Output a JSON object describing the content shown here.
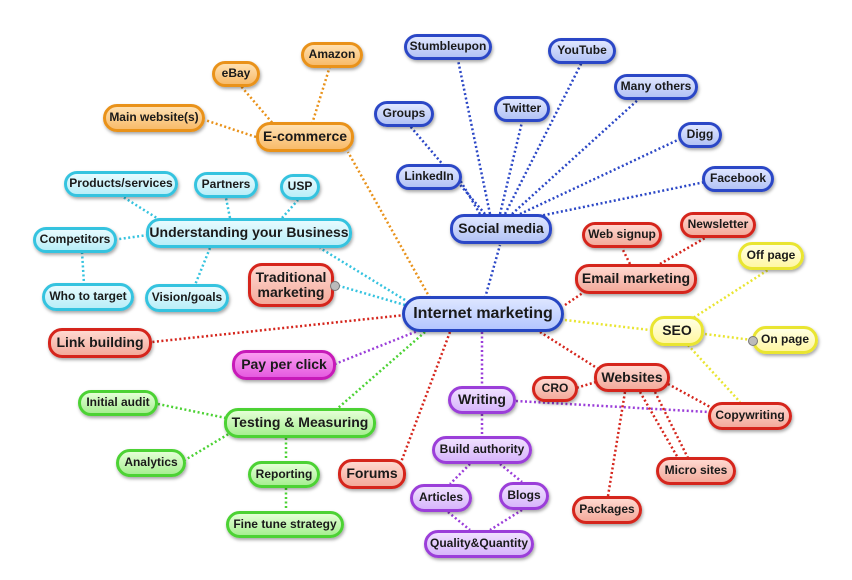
{
  "center": "Internet marketing",
  "ecommerce": {
    "label": "E-commerce",
    "amazon": "Amazon",
    "ebay": "eBay",
    "main_website": "Main website(s)"
  },
  "social": {
    "label": "Social media",
    "stumbleupon": "Stumbleupon",
    "youtube": "YouTube",
    "twitter": "Twitter",
    "groups": "Groups",
    "many_others": "Many others",
    "digg": "Digg",
    "linkedin": "LinkedIn",
    "facebook": "Facebook"
  },
  "business": {
    "label": "Understanding your Business",
    "products": "Products/services",
    "partners": "Partners",
    "usp": "USP",
    "competitors": "Competitors",
    "who_to_target": "Who to target",
    "vision_goals": "Vision/goals"
  },
  "email": {
    "label": "Email marketing",
    "web_signup": "Web signup",
    "newsletter": "Newsletter"
  },
  "seo": {
    "label": "SEO",
    "off_page": "Off page",
    "on_page": "On page"
  },
  "traditional": "Traditional marketing",
  "link_building": "Link building",
  "ppc": "Pay per click",
  "testing": {
    "label": "Testing & Measuring",
    "initial_audit": "Initial audit",
    "analytics": "Analytics",
    "reporting": "Reporting",
    "fine_tune": "Fine tune strategy"
  },
  "writing": {
    "label": "Writing",
    "build_authority": "Build authority",
    "articles": "Articles",
    "blogs": "Blogs",
    "quality": "Quality&Quantity"
  },
  "forums": "Forums",
  "websites": {
    "label": "Websites",
    "cro": "CRO",
    "copywriting": "Copywriting",
    "micro_sites": "Micro sites",
    "packages": "Packages"
  },
  "colors": {
    "orange": "#e9921a",
    "blue": "#2b47c6",
    "cyan": "#35c3df",
    "red": "#d5251c",
    "yellow": "#e9e531",
    "magenta": "#c71ab8",
    "green": "#4cd234",
    "purple": "#9b3ed9"
  }
}
